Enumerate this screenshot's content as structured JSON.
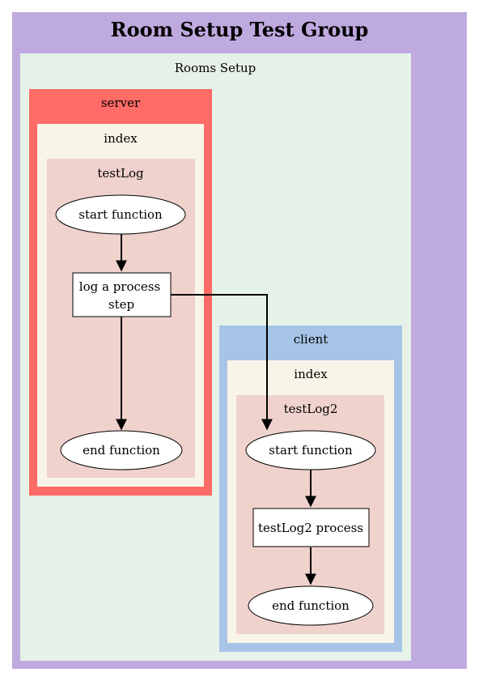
{
  "title": "Room Setup Test Group",
  "clusters": {
    "rooms_setup": "Rooms Setup",
    "server": "server",
    "server_index": "index",
    "server_fn": "testLog",
    "client": "client",
    "client_index": "index",
    "client_fn": "testLog2"
  },
  "nodes": {
    "server_start": "start function",
    "server_log_line1": "log a process",
    "server_log_line2": "step",
    "server_end": "end function",
    "client_start": "start function",
    "client_process": "testLog2 process",
    "client_end": "end function"
  },
  "colors": {
    "outer": "#bfaadf",
    "rooms_setup": "#e6f1e7",
    "server": "#ff6b66",
    "index": "#f8f5e8",
    "function": "#f0d2cd",
    "client": "#a6c5e6",
    "edge": "#000000"
  }
}
